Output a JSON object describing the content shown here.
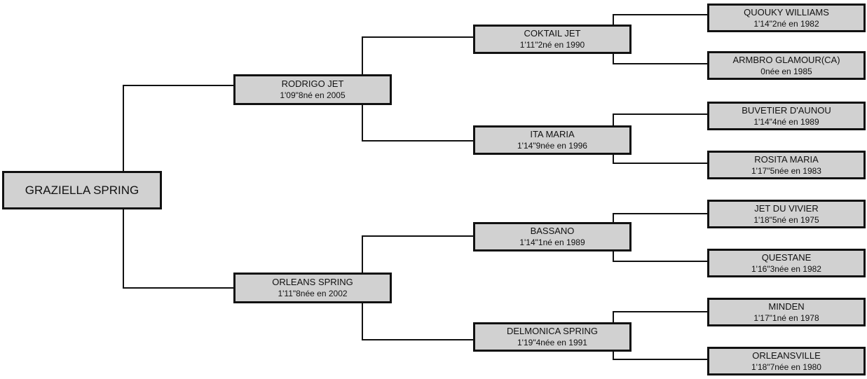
{
  "pedigree": {
    "root": {
      "name": "GRAZIELLA SPRING"
    },
    "parents": [
      {
        "name": "RODRIGO JET",
        "info": "1'09\"8né en 2005"
      },
      {
        "name": "ORLEANS SPRING",
        "info": "1'11\"8née en 2002"
      }
    ],
    "grandparents": [
      {
        "name": "COKTAIL JET",
        "info": "1'11\"2né en 1990"
      },
      {
        "name": "ITA MARIA",
        "info": "1'14\"9née en 1996"
      },
      {
        "name": "BASSANO",
        "info": "1'14\"1né en 1989"
      },
      {
        "name": "DELMONICA SPRING",
        "info": "1'19\"4née en 1991"
      }
    ],
    "great_grandparents": [
      {
        "name": "QUOUKY WILLIAMS",
        "info": "1'14\"2né en 1982"
      },
      {
        "name": "ARMBRO GLAMOUR(CA)",
        "info": "0née en 1985"
      },
      {
        "name": "BUVETIER D'AUNOU",
        "info": "1'14\"4né en 1989"
      },
      {
        "name": "ROSITA MARIA",
        "info": "1'17\"5née en 1983"
      },
      {
        "name": "JET DU VIVIER",
        "info": "1'18\"5né en 1975"
      },
      {
        "name": "QUESTANE",
        "info": "1'16\"3née en 1982"
      },
      {
        "name": "MINDEN",
        "info": "1'17\"1né en 1978"
      },
      {
        "name": "ORLEANSVILLE",
        "info": "1'18\"7née en 1980"
      }
    ]
  }
}
